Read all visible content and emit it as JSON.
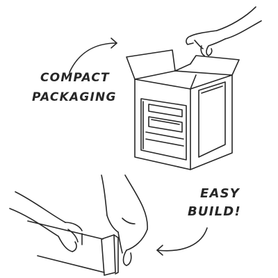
{
  "labels": {
    "compact_packaging": [
      "COMPACT",
      "PACKAGING"
    ],
    "easy_build": [
      "EASY",
      "BUILD!"
    ]
  },
  "style": {
    "ink_color": "#262626",
    "background_color": "#ffffff"
  },
  "illustration": {
    "top_scene": "open-cardboard-box-with-reaching-hand",
    "bottom_scene": "two-hands-assembling-panel"
  }
}
